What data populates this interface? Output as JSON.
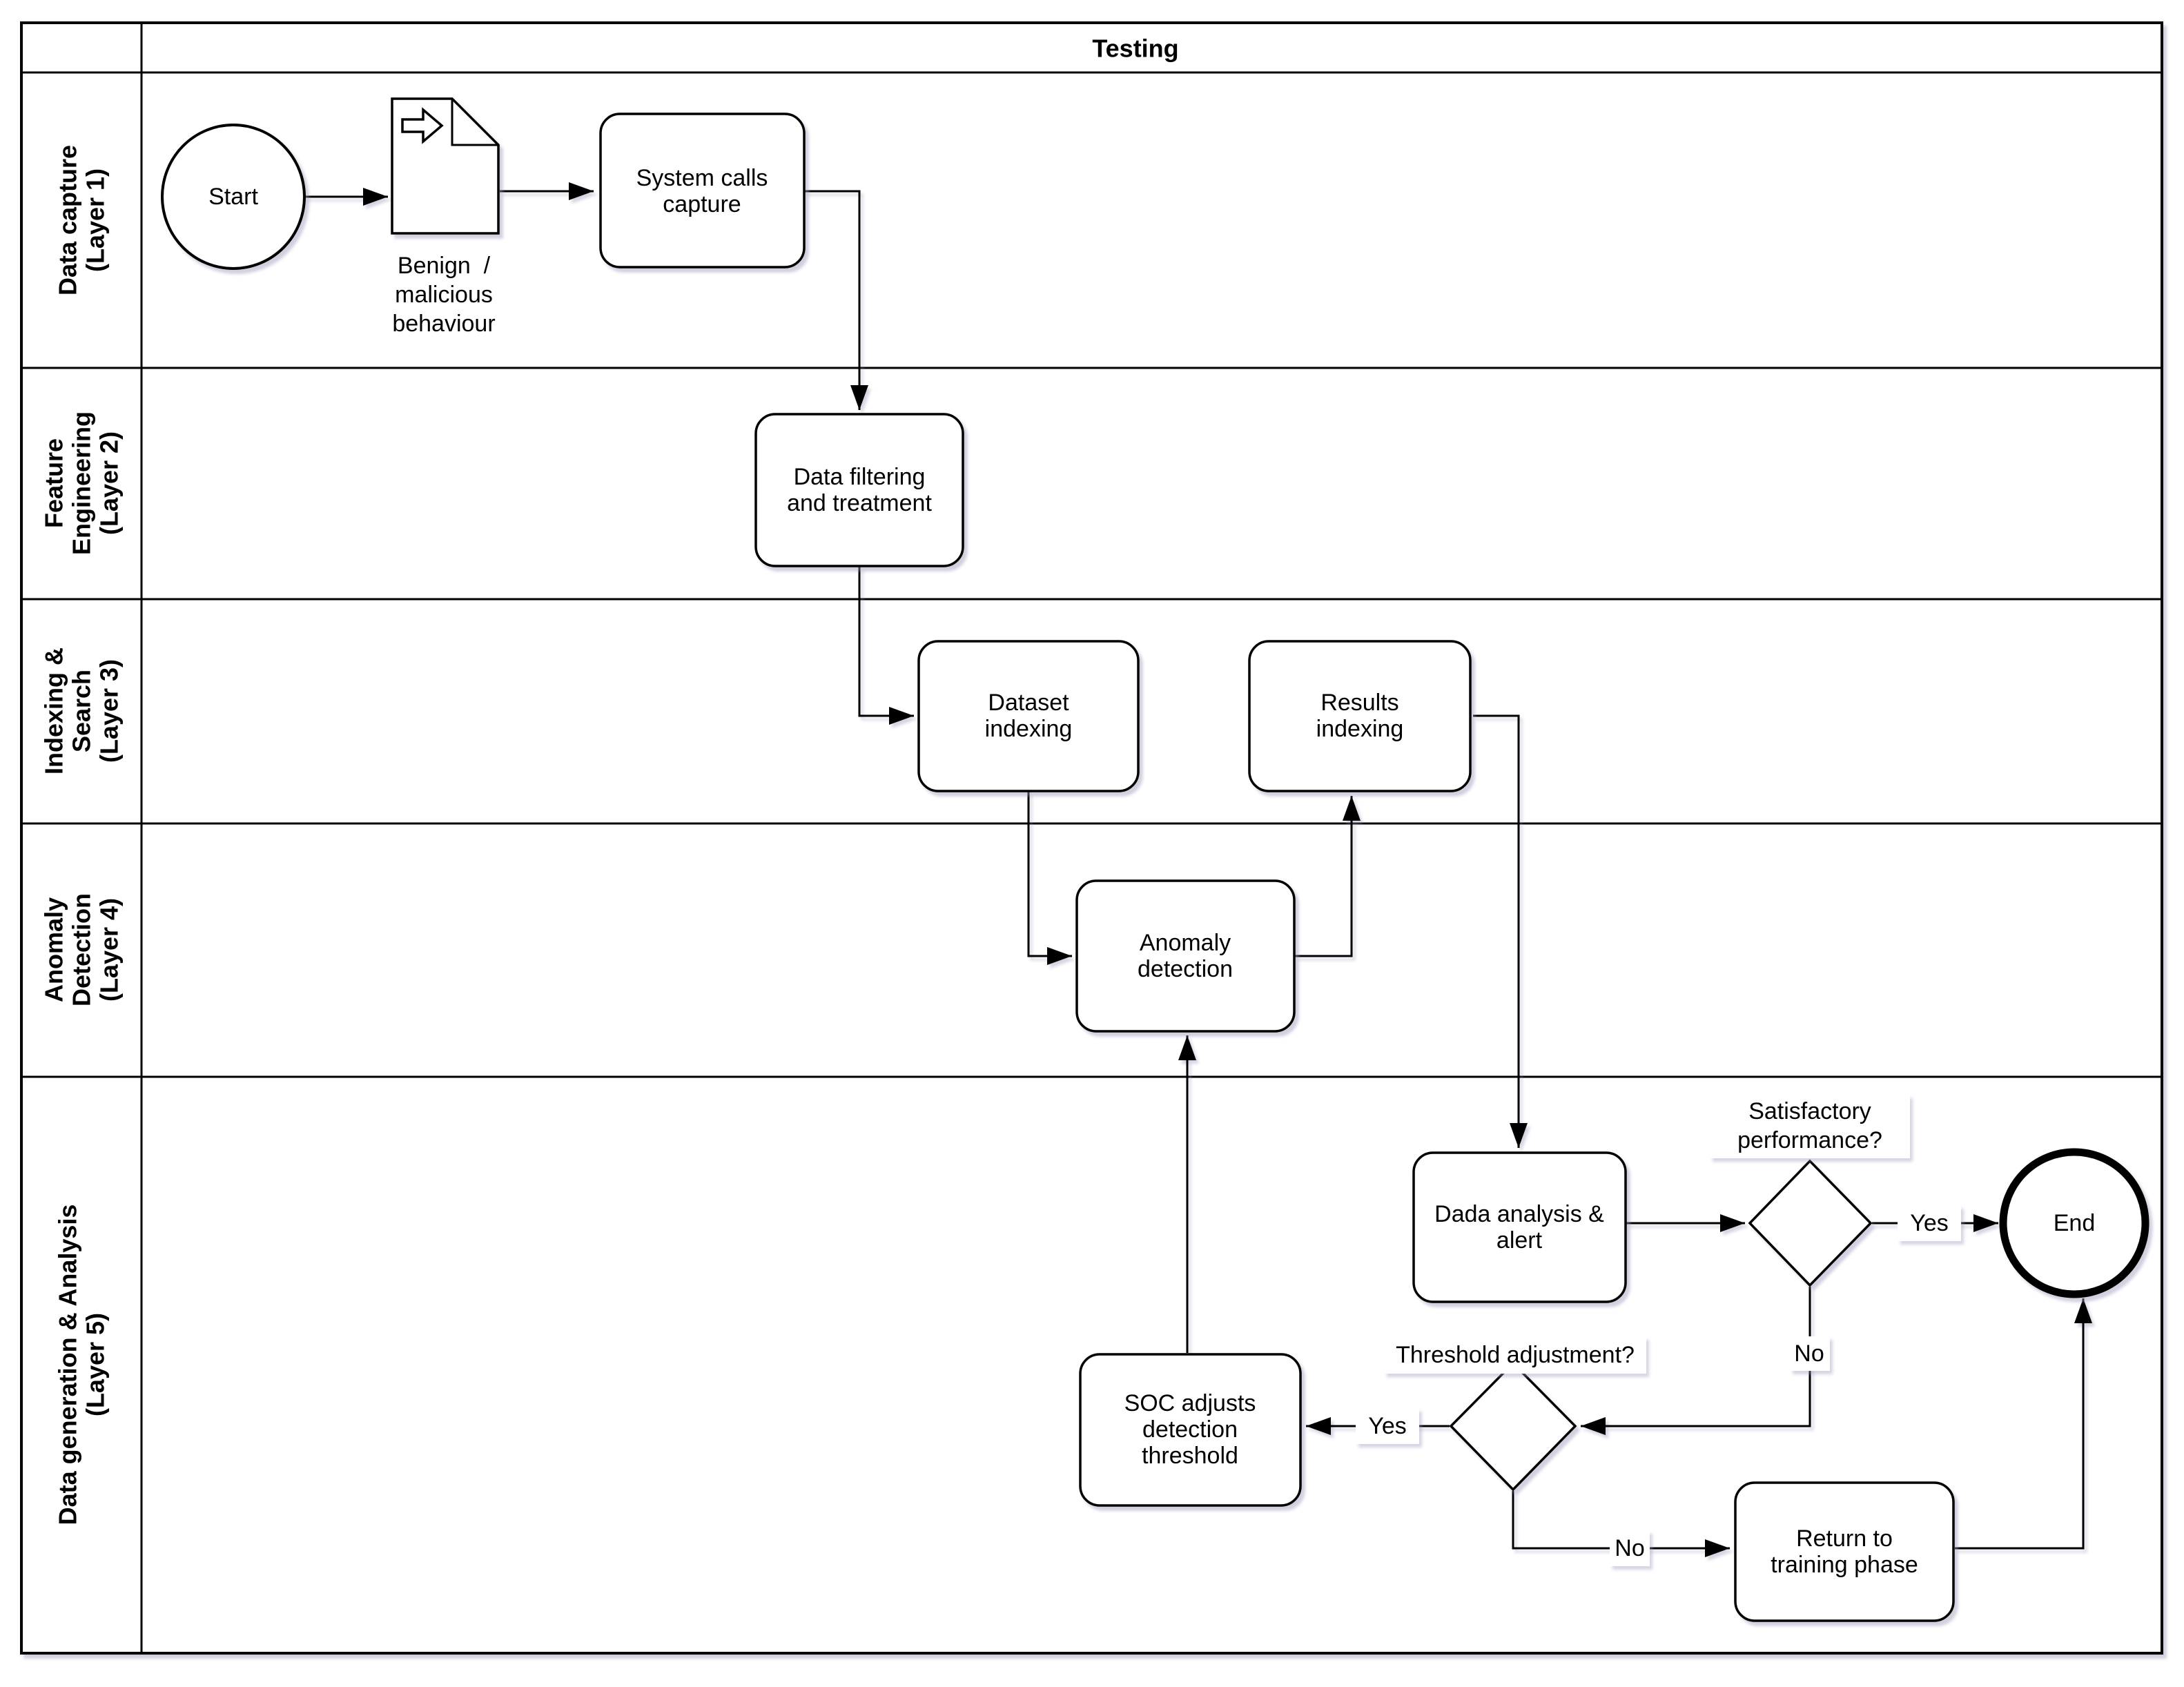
{
  "pool": {
    "title": "Testing"
  },
  "lanes": [
    {
      "id": "layer1",
      "lines": [
        "Data capture",
        "(Layer 1)"
      ]
    },
    {
      "id": "layer2",
      "lines": [
        "Feature",
        "Engineering",
        "(Layer 2)"
      ]
    },
    {
      "id": "layer3",
      "lines": [
        "Indexing &",
        "Search",
        "(Layer 3)"
      ]
    },
    {
      "id": "layer4",
      "lines": [
        "Anomaly",
        "Detection",
        "(Layer 4)"
      ]
    },
    {
      "id": "layer5",
      "lines": [
        "Data generation & Analysis",
        "(Layer 5)"
      ]
    }
  ],
  "nodes": {
    "start": {
      "type": "start-event",
      "label": "Start"
    },
    "behaviour_doc": {
      "type": "document",
      "lines": [
        "Benign  /",
        "malicious",
        "behaviour"
      ]
    },
    "system_calls": {
      "type": "task",
      "lines": [
        "System calls",
        "capture"
      ]
    },
    "data_filtering": {
      "type": "task",
      "lines": [
        "Data filtering",
        "and treatment"
      ]
    },
    "dataset_indexing": {
      "type": "task",
      "lines": [
        "Dataset",
        "indexing"
      ]
    },
    "results_indexing": {
      "type": "task",
      "lines": [
        "Results",
        "indexing"
      ]
    },
    "anomaly_detection": {
      "type": "task",
      "lines": [
        "Anomaly",
        "detection"
      ]
    },
    "dada_analysis": {
      "type": "task",
      "lines": [
        "Dada analysis &",
        "alert"
      ]
    },
    "soc_adjusts": {
      "type": "task",
      "lines": [
        "SOC adjusts",
        "detection",
        "threshold"
      ]
    },
    "return_training": {
      "type": "task",
      "lines": [
        "Return to",
        "training phase"
      ]
    },
    "end": {
      "type": "end-event",
      "label": "End"
    }
  },
  "gateways": {
    "satisfactory": {
      "lines": [
        "Satisfactory",
        "performance?"
      ]
    },
    "threshold": {
      "label": "Threshold adjustment?"
    }
  },
  "edge_labels": {
    "satisfactory_yes": "Yes",
    "satisfactory_no": "No",
    "threshold_yes": "Yes",
    "threshold_no": "No"
  },
  "colors": {
    "line": "#000000",
    "node_fill": "#ffffff",
    "shadow": "#d9d9e6",
    "background": "#ffffff"
  }
}
